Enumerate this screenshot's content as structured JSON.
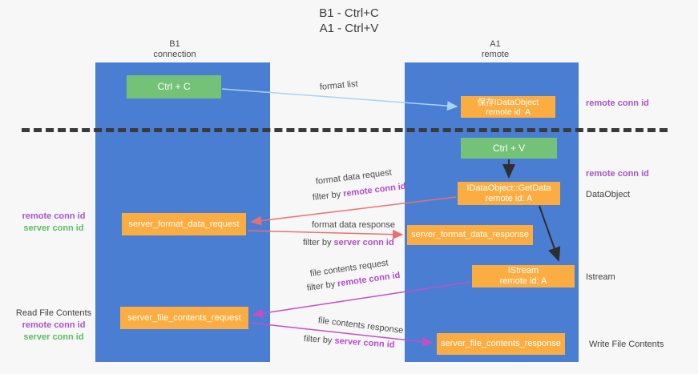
{
  "title": {
    "line1": "B1 - Ctrl+C",
    "line2": "A1 - Ctrl+V"
  },
  "columns": {
    "left": {
      "name": "B1",
      "role": "connection"
    },
    "right": {
      "name": "A1",
      "role": "remote"
    }
  },
  "boxes": {
    "ctrl_c": {
      "label": "Ctrl + C"
    },
    "save_idataobject": {
      "label": "保存IDataObject",
      "sub": "remote id: A"
    },
    "ctrl_v": {
      "label": "Ctrl + V"
    },
    "getdata": {
      "label": "IDataObject::GetData",
      "sub": "remote id: A"
    },
    "format_request": {
      "label": "server_format_data_request"
    },
    "format_response": {
      "label": "server_format_data_response"
    },
    "istream": {
      "label": "IStream",
      "sub": "remote id: A"
    },
    "file_request": {
      "label": "server_file_contents_request"
    },
    "file_response": {
      "label": "server_file_contents_response"
    }
  },
  "margin_labels": {
    "right_remote_1": "remote conn id",
    "right_remote_2": "remote conn id",
    "dataobject": "DataObject",
    "istream": "Istream",
    "write_file": "Write File Contents",
    "read_file": "Read File Contents",
    "left_remote_1": "remote conn id",
    "left_server_1": "server conn id",
    "left_remote_2": "remote conn id",
    "left_server_2": "server conn id"
  },
  "arrow_labels": {
    "format_list": "format list",
    "format_request": "format data request",
    "format_request_filter": {
      "prefix": "filter by ",
      "highlight": "remote conn id"
    },
    "format_response": "format data response",
    "format_response_filter": {
      "prefix": "filter by ",
      "highlight": "server conn id"
    },
    "file_request": "file contents request",
    "file_request_filter": {
      "prefix": "filter by ",
      "highlight": "remote conn id"
    },
    "file_response": "file contents response",
    "file_response_filter": {
      "prefix": "filter by ",
      "highlight": "server conn id"
    }
  },
  "colors": {
    "lifeline_blue": "#4a7ed3",
    "box_green": "#73c277",
    "box_orange": "#fbad41",
    "arrow_red": "#e97070",
    "arrow_magenta": "#c44fc4",
    "arrow_lightblue": "#a9d3f0",
    "arrow_black": "#2e2e2e",
    "text_purple": "#a854c8",
    "text_green": "#5dbb63",
    "background": "#f7f7f8"
  }
}
